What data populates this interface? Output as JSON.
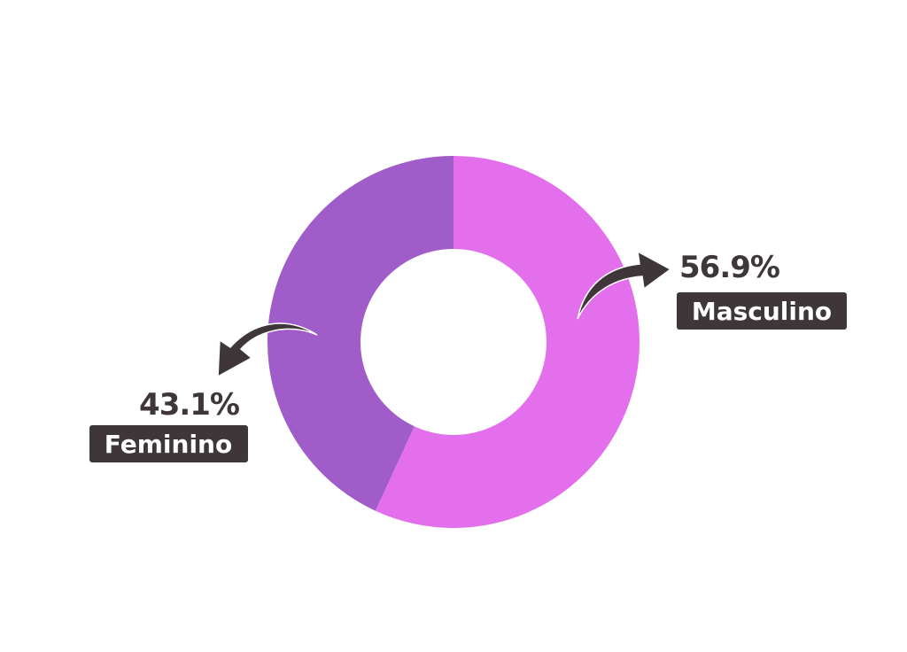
{
  "chart_data": {
    "type": "pie",
    "donut": true,
    "legend": "none",
    "slices": [
      {
        "label": "Masculino",
        "value": 56.9,
        "display": "56.9%",
        "color": "#e36fed"
      },
      {
        "label": "Feminino",
        "value": 43.1,
        "display": "43.1%",
        "color": "#a05cc8"
      }
    ],
    "label_colors": {
      "text": "#3f3639",
      "box": "#3f3639",
      "box_text": "#ffffff"
    }
  }
}
